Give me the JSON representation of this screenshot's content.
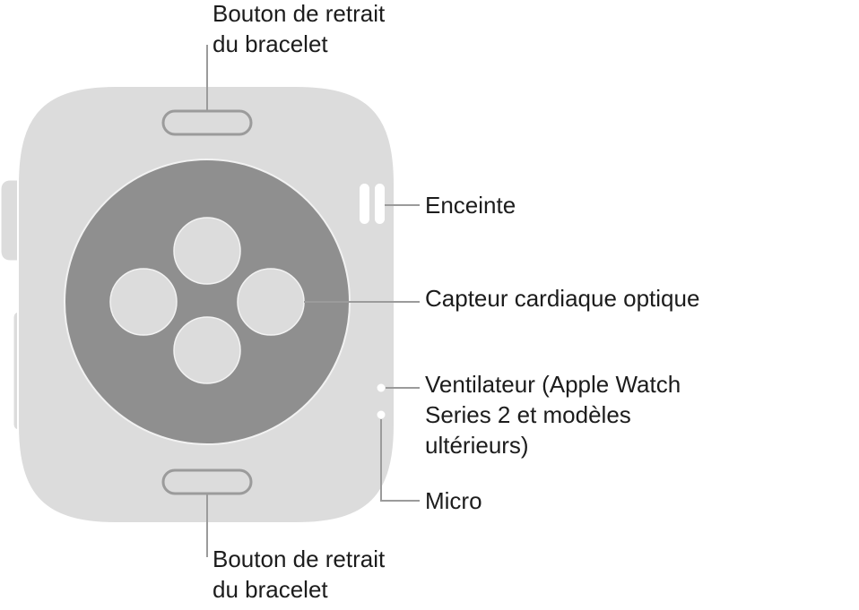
{
  "diagram": {
    "colors": {
      "case_fill": "#dcdcdc",
      "case_stroke": "#ffffff",
      "sensor_fill": "#8f8f8f",
      "sensor_ring": "#f2f2f2",
      "lens_fill": "#dcdcdc",
      "lens_stroke": "#f2f2f2",
      "button_stroke": "#9b9b9b",
      "leader_line": "#9b9b9b",
      "label_text": "#1c1c1c"
    },
    "labels": {
      "band_release_top": {
        "line1": "Bouton de retrait",
        "line2": "du bracelet"
      },
      "speaker": "Enceinte",
      "optical_heart_sensor": "Capteur cardiaque optique",
      "fan": {
        "line1": "Ventilateur (Apple Watch",
        "line2": "Series 2 et modèles",
        "line3": "ultérieurs)"
      },
      "microphone": "Micro",
      "band_release_bottom": {
        "line1": "Bouton de retrait",
        "line2": "du bracelet"
      }
    }
  }
}
